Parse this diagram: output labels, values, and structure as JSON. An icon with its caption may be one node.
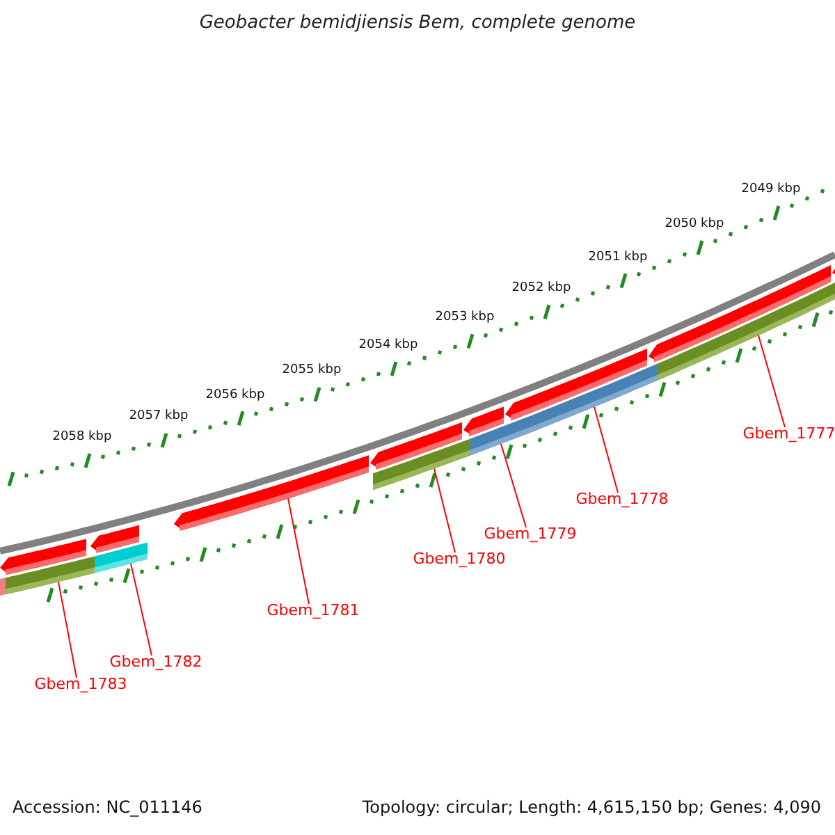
{
  "diagram": {
    "title": "Geobacter bemidjiensis Bem, complete genome",
    "nodes": [
      {
        "text": [
          "Gbem_1777"
        ]
      },
      {
        "text": [
          "Gbem_1778"
        ]
      },
      {
        "text": [
          "Gbem_1779"
        ]
      },
      {
        "text": [
          "Gbem_1780"
        ]
      },
      {
        "text": [
          "Gbem_1781"
        ]
      },
      {
        "text": [
          "Gbem_1782"
        ]
      },
      {
        "text": [
          "Gbem_1783"
        ]
      },
      {
        "text": [],
        "shape": "bar"
      },
      {
        "text": [],
        "shape": "bar"
      },
      {
        "text": [],
        "shape": "bar"
      },
      {
        "text": [],
        "shape": "bar"
      },
      {
        "text": [],
        "shape": "bar"
      },
      {
        "text": [],
        "shape": "bar"
      }
    ],
    "edges": [
      {
        "from": 0,
        "to": 7,
        "arrow": "none"
      },
      {
        "from": 1,
        "to": 8,
        "arrow": "none"
      },
      {
        "from": 2,
        "to": 8,
        "arrow": "none"
      },
      {
        "from": 3,
        "to": 9,
        "arrow": "none"
      },
      {
        "from": 4,
        "to": 10,
        "arrow": "none"
      },
      {
        "from": 5,
        "to": 11,
        "arrow": "none"
      },
      {
        "from": 6,
        "to": 12,
        "arrow": "none"
      }
    ],
    "labels": [
      "2049 kbp",
      "2050 kbp",
      "2051 kbp",
      "2052 kbp",
      "2053 kbp",
      "2054 kbp",
      "2055 kbp",
      "2056 kbp",
      "2057 kbp",
      "2058 kbp",
      "Accession: NC_011146",
      "Topology: circular; Length: 4,615,150 bp; Genes: 4,090"
    ]
  }
}
